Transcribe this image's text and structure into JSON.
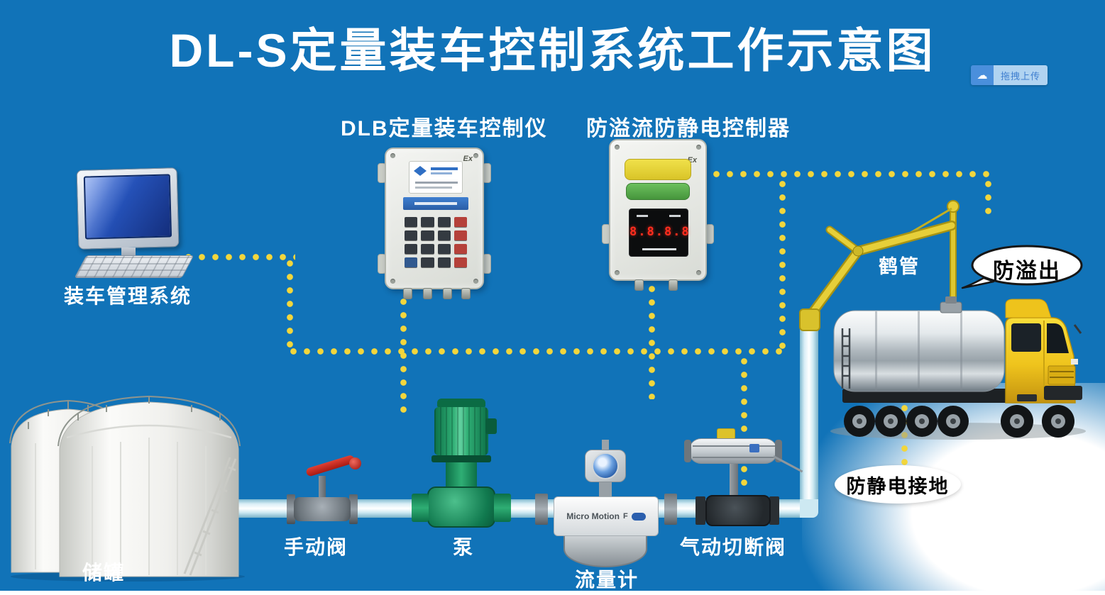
{
  "page": {
    "title": "DL-S定量装车控制系统工作示意图",
    "background": "#1173b8"
  },
  "upload_badge": {
    "label": "拖拽上传",
    "icon": "cloud-icon"
  },
  "labels": {
    "computer": "装车管理系统",
    "dlb_controller": "DLB定量装车控制仪",
    "overflow_controller": "防溢流防静电控制器",
    "crane_pipe": "鹤管",
    "overflow_bubble": "防溢出",
    "grounding": "防静电接地",
    "storage_tank": "储罐",
    "manual_valve": "手动阀",
    "pump": "泵",
    "flow_meter": "流量计",
    "pneumatic_valve": "气动切断阀"
  },
  "devices": {
    "dlb_ex_mark": "Ex",
    "overflow_ex_mark": "Ex",
    "overflow_display": "8.8.8.8",
    "flow_meter_brand": "Micro Motion",
    "flow_meter_model": "F"
  },
  "colors": {
    "signal_dot": "#f2d63c",
    "pipe": "#d9eef6",
    "truck_yellow": "#f0c41d",
    "arm_yellow": "#e6cf39",
    "pump_green": "#128a57",
    "valve_red": "#cc1f17",
    "indicator_yellow": "#e8d93c",
    "indicator_green": "#55a845",
    "display_red": "#ff2d1e"
  }
}
